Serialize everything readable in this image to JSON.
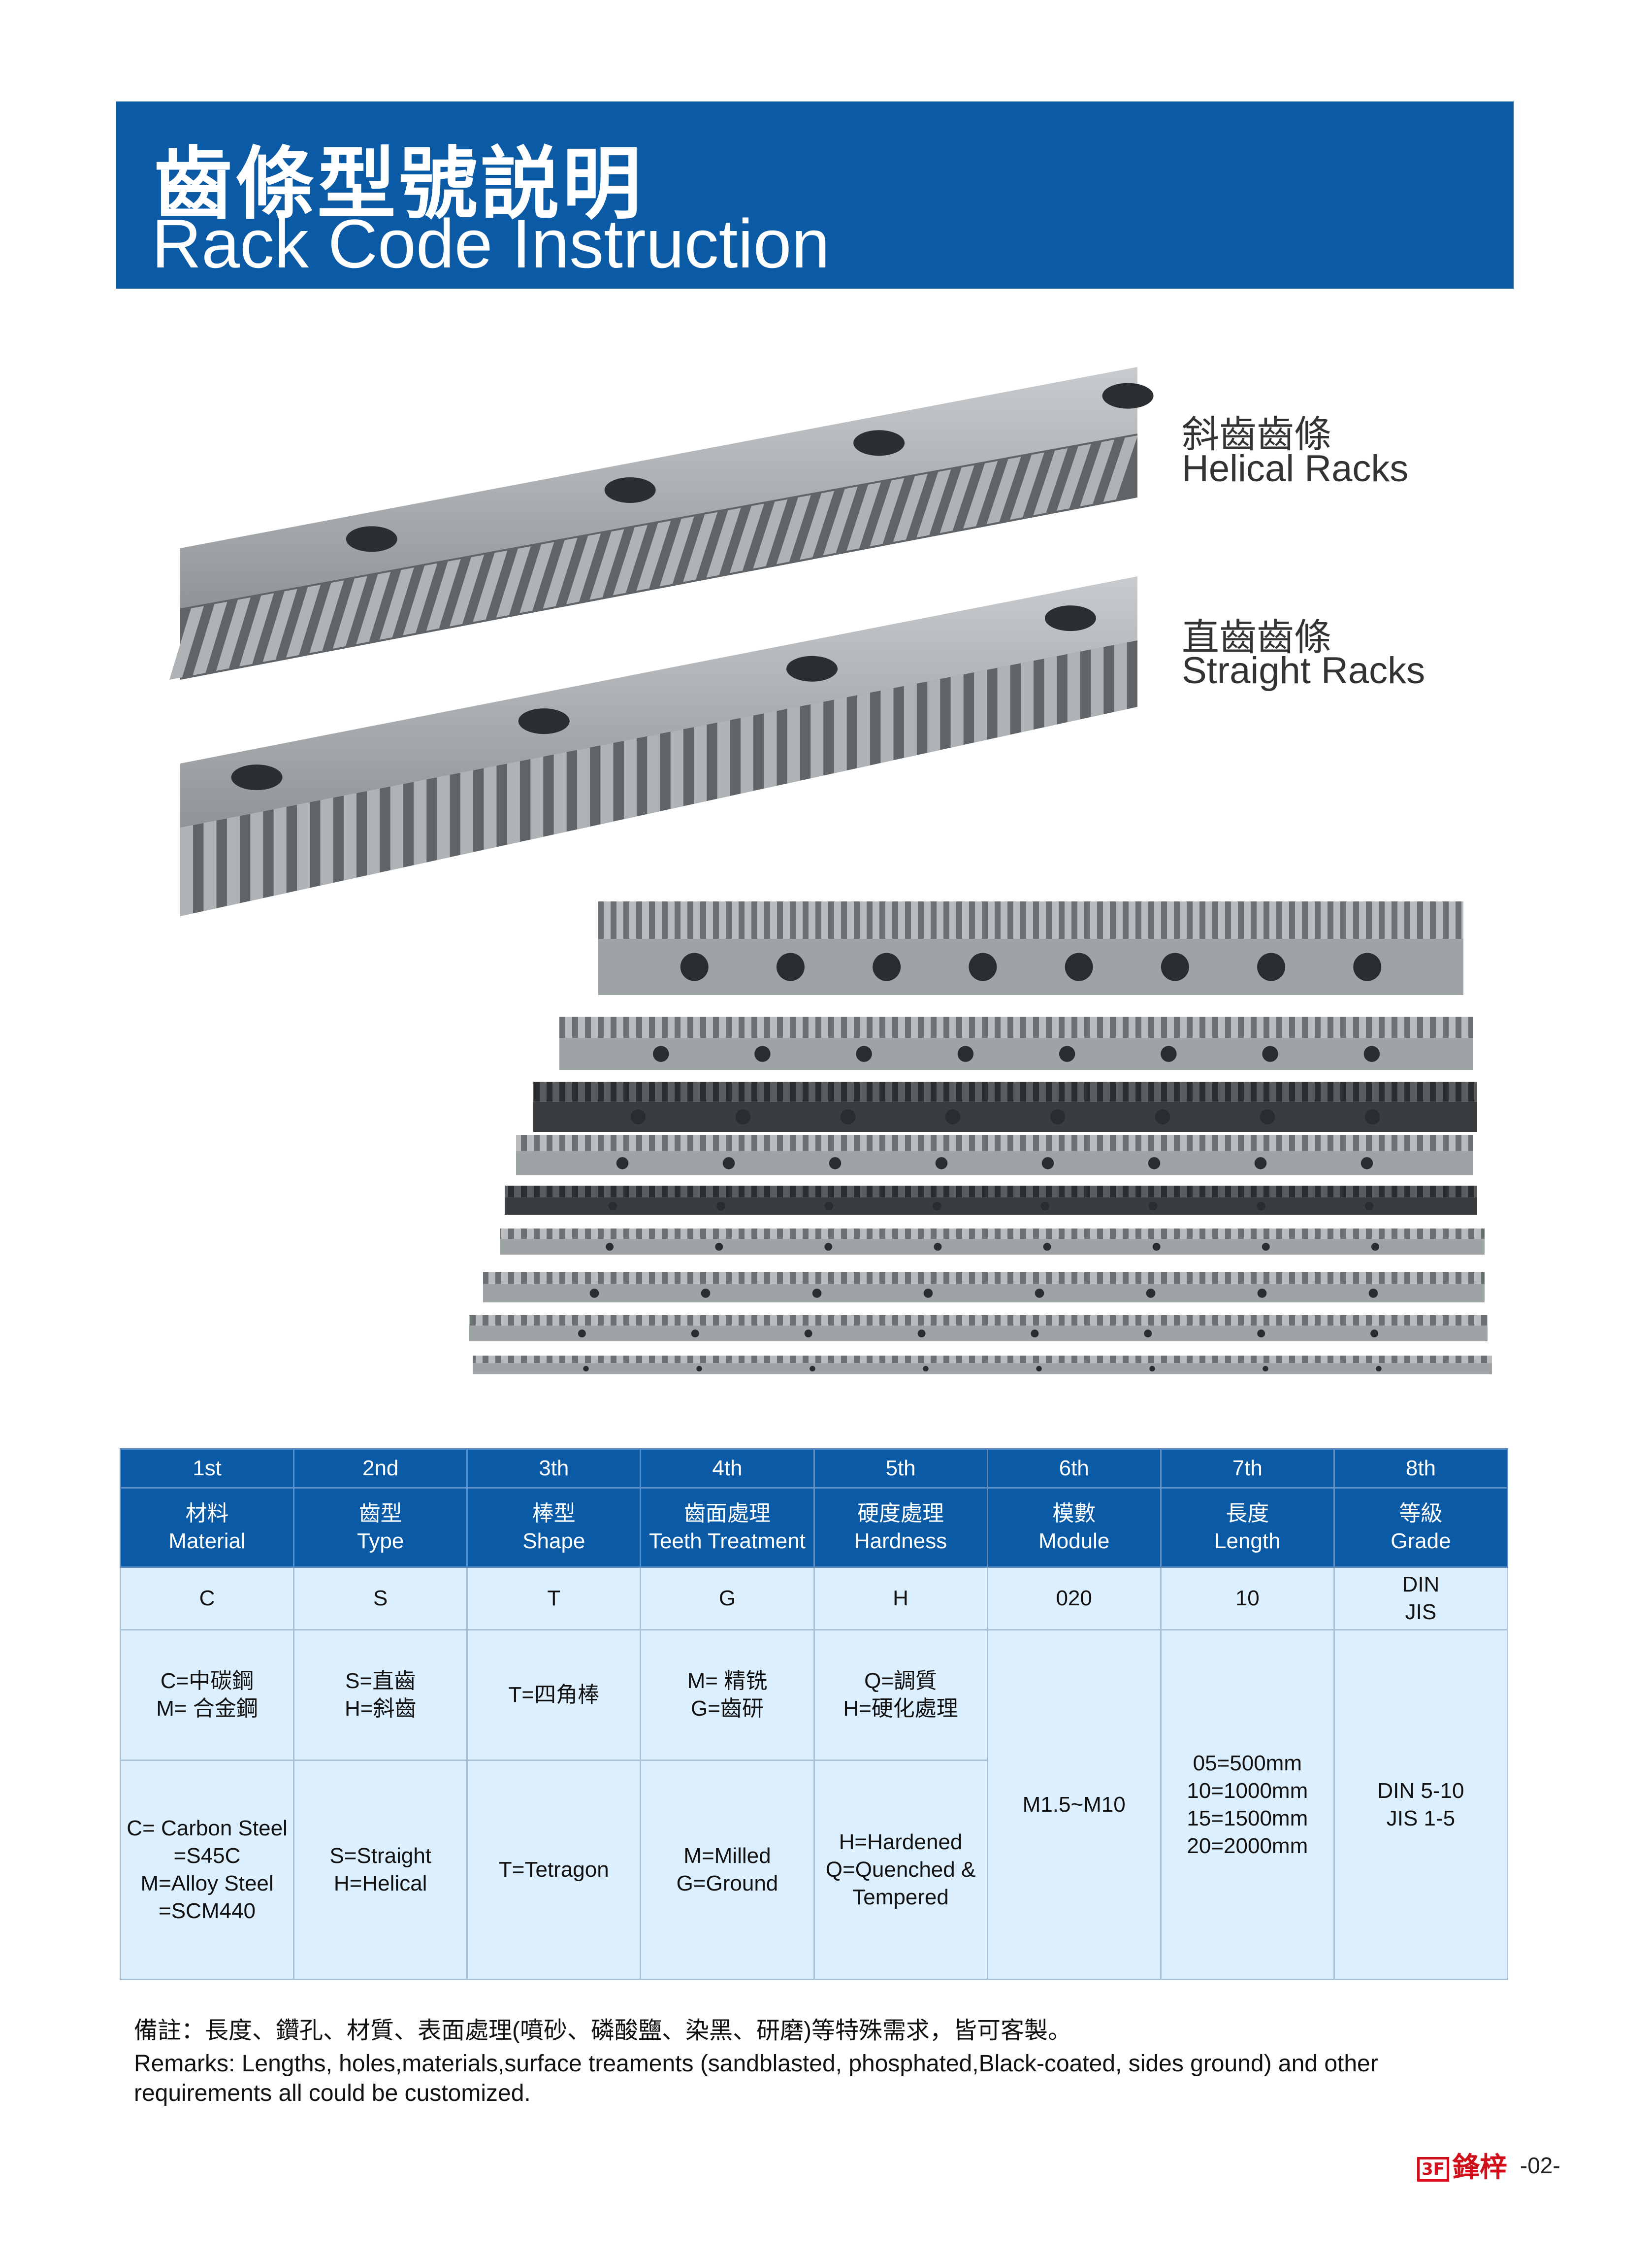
{
  "header": {
    "title_cn": "齒條型號説明",
    "title_en": "Rack Code Instruction"
  },
  "labels": {
    "helical_cn": "斜齒齒條",
    "helical_en": "Helical Racks",
    "straight_cn": "直齒齒條",
    "straight_en": "Straight Racks"
  },
  "table": {
    "positions": [
      "1st",
      "2nd",
      "3th",
      "4th",
      "5th",
      "6th",
      "7th",
      "8th"
    ],
    "headers": [
      {
        "cn": "材料",
        "en": "Material"
      },
      {
        "cn": "齒型",
        "en": "Type"
      },
      {
        "cn": "棒型",
        "en": "Shape"
      },
      {
        "cn": "齒面處理",
        "en": "Teeth Treatment"
      },
      {
        "cn": "硬度處理",
        "en": "Hardness"
      },
      {
        "cn": "模數",
        "en": "Module"
      },
      {
        "cn": "長度",
        "en": "Length"
      },
      {
        "cn": "等級",
        "en": "Grade"
      }
    ],
    "codes": [
      "C",
      "S",
      "T",
      "G",
      "H",
      "020",
      "10",
      "DIN\nJIS"
    ],
    "cn_desc": [
      "C=中碳鋼\nM= 合金鋼",
      "S=直齒\nH=斜齒",
      "T=四角棒",
      "M= 精铣\nG=齒研",
      "Q=調質\nH=硬化處理"
    ],
    "en_desc": [
      "C= Carbon Steel\n=S45C\nM=Alloy Steel\n=SCM440",
      "S=Straight\nH=Helical",
      "T=Tetragon",
      "M=Milled\nG=Ground",
      "H=Hardened\nQ=Quenched &\nTempered"
    ],
    "module": "M1.5~M10",
    "length": "05=500mm\n10=1000mm\n15=1500mm\n20=2000mm",
    "grade": "DIN 5-10\nJIS 1-5"
  },
  "notes": {
    "cn": "備註：長度、鑽孔、材質、表面處理(噴砂、磷酸鹽、染黑、研磨)等特殊需求，皆可客製。",
    "en1": "Remarks: Lengths, holes,materials,surface treaments (sandblasted, phosphated,Black-coated, sides ground) and other",
    "en2": "requirements all could be customized."
  },
  "footer": {
    "logo_text": "鋒梓",
    "logo_mark": "3F",
    "page": "-02-"
  },
  "colors": {
    "brand_blue": "#0b5aa6",
    "cell_bg": "#dcefff",
    "logo_red": "#d10f1b"
  }
}
